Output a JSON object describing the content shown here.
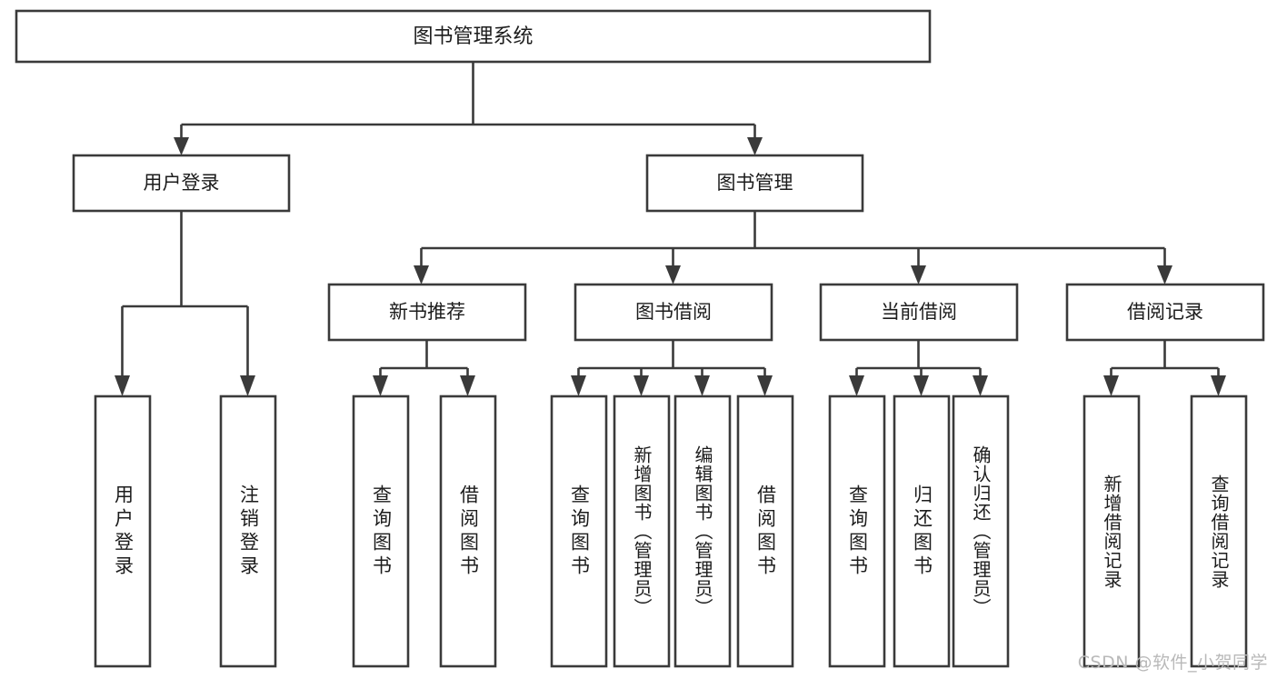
{
  "diagram": {
    "type": "hierarchy-tree",
    "title": "图书管理系统",
    "root": {
      "id": "root",
      "label": "图书管理系统"
    },
    "level2": [
      {
        "id": "user-login",
        "label": "用户登录"
      },
      {
        "id": "book-manage",
        "label": "图书管理"
      }
    ],
    "level3": [
      {
        "id": "new-book-recommend",
        "label": "新书推荐",
        "parent": "book-manage"
      },
      {
        "id": "book-borrow",
        "label": "图书借阅",
        "parent": "book-manage"
      },
      {
        "id": "current-borrow",
        "label": "当前借阅",
        "parent": "book-manage"
      },
      {
        "id": "borrow-record",
        "label": "借阅记录",
        "parent": "book-manage"
      }
    ],
    "leaves": {
      "user_login": [
        {
          "id": "leaf-user-login",
          "label": "用户登录"
        },
        {
          "id": "leaf-user-logout",
          "label": "注销登录"
        }
      ],
      "new_book_recommend": [
        {
          "id": "leaf-query-book-1",
          "label": "查询图书"
        },
        {
          "id": "leaf-borrow-book-1",
          "label": "借阅图书"
        }
      ],
      "book_borrow": [
        {
          "id": "leaf-query-book-2",
          "label": "查询图书"
        },
        {
          "id": "leaf-add-book",
          "label": "新增图书（管理员）"
        },
        {
          "id": "leaf-edit-book",
          "label": "编辑图书（管理员）"
        },
        {
          "id": "leaf-borrow-book-2",
          "label": "借阅图书"
        }
      ],
      "current_borrow": [
        {
          "id": "leaf-query-book-3",
          "label": "查询图书"
        },
        {
          "id": "leaf-return-book",
          "label": "归还图书"
        },
        {
          "id": "leaf-confirm-return",
          "label": "确认归还（管理员）"
        }
      ],
      "borrow_record": [
        {
          "id": "leaf-add-record",
          "label": "新增借阅记录"
        },
        {
          "id": "leaf-query-record",
          "label": "查询借阅记录"
        }
      ]
    },
    "colors": {
      "stroke": "#3a3a3a",
      "fill": "#ffffff",
      "text": "#1c1c1c",
      "watermark": "#b9b9b9",
      "background": "#ffffff"
    }
  },
  "watermark": {
    "text": "CSDN @软件_小贺同学"
  }
}
